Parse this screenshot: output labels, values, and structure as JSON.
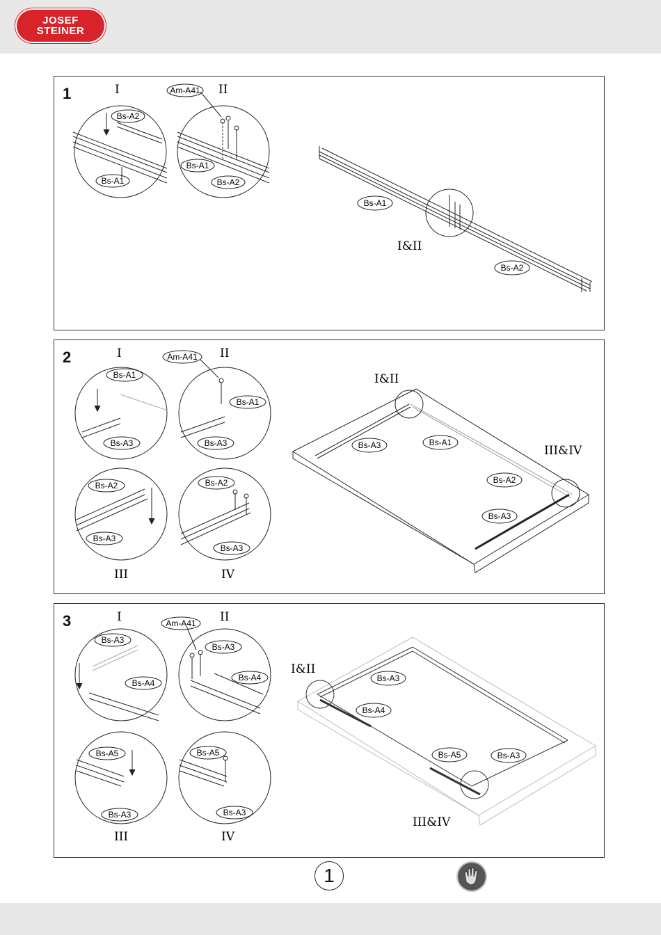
{
  "brand": {
    "line1": "JOSEF",
    "line2": "STEINER",
    "reg": "®"
  },
  "page_number": "1",
  "icons": {
    "logo": "brand-logo",
    "page": "page-number-circle",
    "gloves": "gloves-icon"
  },
  "steps": [
    {
      "number": "1",
      "labels": {
        "I": "I",
        "II": "II",
        "I_II": "I&II",
        "am_a41": "Am-A41",
        "c1_a2": "Bs-A2",
        "c1_a1": "Bs-A1",
        "c2_a1": "Bs-A1",
        "c2_a2": "Bs-A2",
        "main_a1": "Bs-A1",
        "main_a2": "Bs-A2"
      }
    },
    {
      "number": "2",
      "labels": {
        "I": "I",
        "II": "II",
        "III": "III",
        "IV": "IV",
        "I_II": "I&II",
        "III_IV": "III&IV",
        "am_a41": "Am-A41",
        "c1_a1": "Bs-A1",
        "c1_a3": "Bs-A3",
        "c2_a1": "Bs-A1",
        "c2_a3": "Bs-A3",
        "c3_a2": "Bs-A2",
        "c3_a3": "Bs-A3",
        "c4_a2": "Bs-A2",
        "c4_a3": "Bs-A3",
        "main_a3_top": "Bs-A3",
        "main_a1": "Bs-A1",
        "main_a2": "Bs-A2",
        "main_a3_bottom": "Bs-A3"
      }
    },
    {
      "number": "3",
      "labels": {
        "I": "I",
        "II": "II",
        "III": "III",
        "IV": "IV",
        "I_II": "I&II",
        "III_IV": "III&IV",
        "am_a41": "Am-A41",
        "c1_a3": "Bs-A3",
        "c1_a4": "Bs-A4",
        "c2_a3": "Bs-A3",
        "c2_a4": "Bs-A4",
        "c3_a5": "Bs-A5",
        "c3_a3": "Bs-A3",
        "c4_a5": "Bs-A5",
        "c4_a3": "Bs-A3",
        "main_a3_top": "Bs-A3",
        "main_a4": "Bs-A4",
        "main_a5": "Bs-A5",
        "main_a3_right": "Bs-A3"
      }
    }
  ]
}
